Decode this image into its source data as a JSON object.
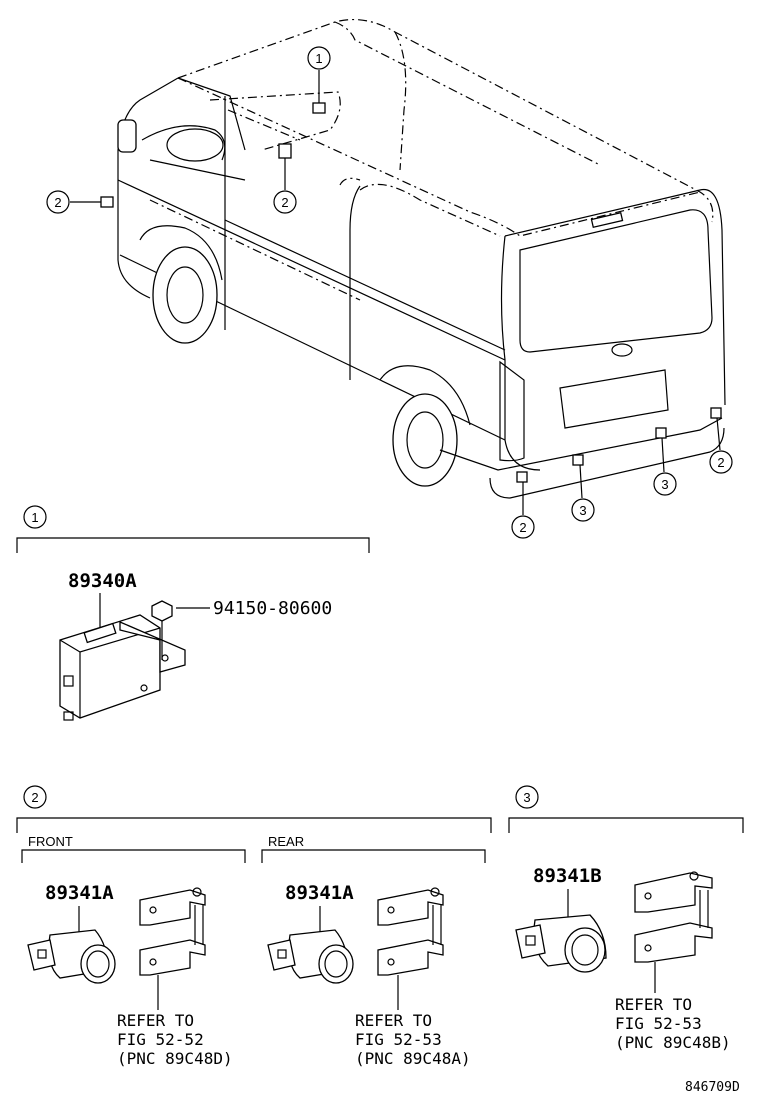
{
  "callouts": {
    "c1": "1",
    "c2": "2",
    "c3": "3"
  },
  "section1": {
    "callout": "1",
    "part_main": "89340A",
    "part_bolt": "94150-80600"
  },
  "section2": {
    "callout": "2",
    "front": {
      "label": "FRONT",
      "part": "89341A",
      "ref_line1": "REFER TO",
      "ref_line2": "FIG 52-52",
      "ref_line3": "(PNC 89C48D)"
    },
    "rear": {
      "label": "REAR",
      "part": "89341A",
      "ref_line1": "REFER TO",
      "ref_line2": "FIG 52-53",
      "ref_line3": "(PNC 89C48A)"
    }
  },
  "section3": {
    "callout": "3",
    "part": "89341B",
    "ref_line1": "REFER TO",
    "ref_line2": "FIG 52-53",
    "ref_line3": "(PNC 89C48B)"
  },
  "drawing_code": "846709D"
}
